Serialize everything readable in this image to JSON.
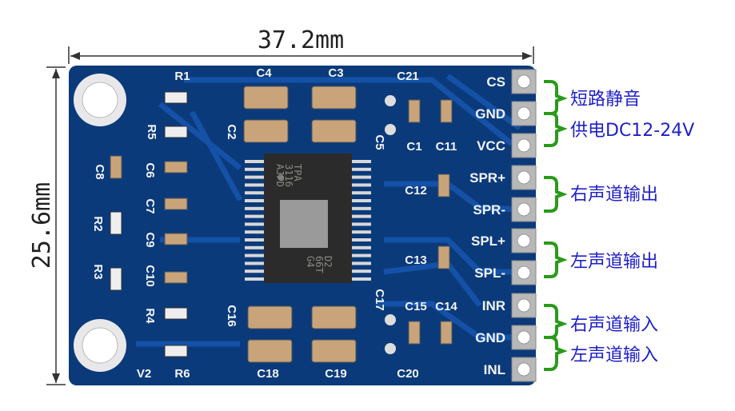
{
  "dimensions": {
    "width": "37.2mm",
    "height": "25.6mm"
  },
  "chip": {
    "line1": "TPA",
    "line2": "3116",
    "line3": "AJPD",
    "line4": "D2",
    "line5": "66T",
    "line6": "G4"
  },
  "silkscreen": [
    "R1",
    "R5",
    "C6",
    "C8",
    "C7",
    "R2",
    "C9",
    "R3",
    "C10",
    "R4",
    "R6",
    "V2",
    "C4",
    "C3",
    "C21",
    "C2",
    "C5",
    "C1",
    "C11",
    "C12",
    "C13",
    "C15",
    "C14",
    "C16",
    "C17",
    "C18",
    "C19",
    "C20"
  ],
  "pins": [
    "CS",
    "GND",
    "VCC",
    "SPR+",
    "SPR-",
    "SPL+",
    "SPL-",
    "INR",
    "GND",
    "INL"
  ],
  "annotations": {
    "mute": "短路静音",
    "power": "供电DC12-24V",
    "right_out": "右声道输出",
    "left_out": "左声道输出",
    "right_in": "右声道输入",
    "left_in": "左声道输入"
  },
  "colors": {
    "board": "#0b3a7a",
    "trace": "#1656b0",
    "brace": "#2a9a1a",
    "annotation": "#2020c8"
  }
}
